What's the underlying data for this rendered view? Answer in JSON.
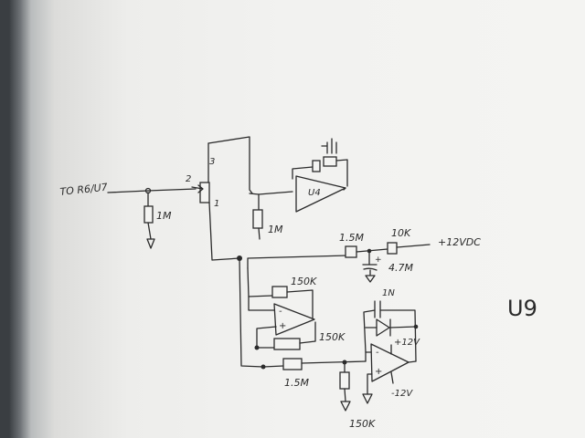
{
  "labels": {
    "input": "TO R6/U7",
    "r_in": "1M",
    "pot_pin1": "1",
    "pot_pin2": "2",
    "pot_pin3": "3",
    "r_wiper": "1M",
    "u4": "U4",
    "r_15m_top": "1.5M",
    "r_10k": "10K",
    "supply_in": "+12VDC",
    "cap_47": "4.7M",
    "r_150k_top": "150K",
    "r_150k_mid": "150K",
    "r_15m_bottom": "1.5M",
    "r_150k_bottom": "150K",
    "diode": "1N",
    "plus12": "+12V",
    "minus12": "-12V",
    "page_tag": "U9"
  },
  "colors": {
    "ink": "#2b2b2b",
    "paper": "#f4f4f2"
  }
}
